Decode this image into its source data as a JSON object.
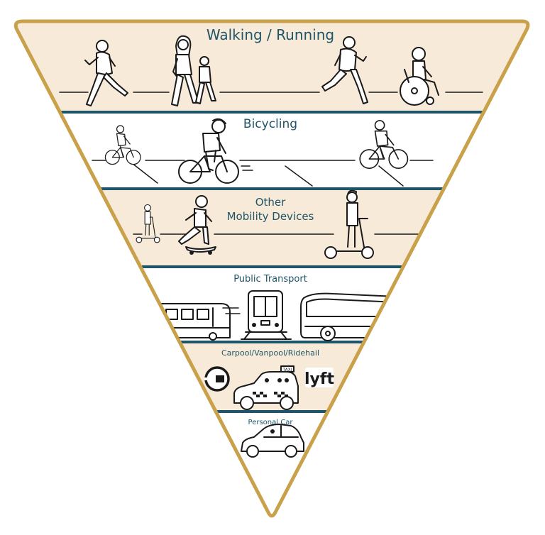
{
  "colors": {
    "frame": "#c9a14a",
    "band_tan": "#f7ead8",
    "band_white": "#ffffff",
    "divider": "#1f5568",
    "label": "#1f5568"
  },
  "tiers": [
    {
      "label": "Walking / Running"
    },
    {
      "label": "Bicycling"
    },
    {
      "label_line1": "Other",
      "label_line2": "Mobility Devices"
    },
    {
      "label": "Public Transport"
    },
    {
      "label": "Carpool/Vanpool/Ridehail"
    },
    {
      "label": "Personal Car"
    }
  ],
  "icons": {
    "walking": [
      "runner-icon",
      "walking-adult-icon",
      "walking-child-icon",
      "runner-icon",
      "wheelchair-user-icon"
    ],
    "bicycling": [
      "cyclist-icon",
      "cyclist-icon",
      "cyclist-icon"
    ],
    "mobility": [
      "scooter-rider-icon",
      "skateboarder-icon",
      "scooter-rider-icon"
    ],
    "transit": [
      "light-rail-train-icon",
      "tram-front-icon",
      "bus-icon"
    ],
    "ridehail": [
      "uber-logo-icon",
      "taxi-icon",
      "lyft-logo-icon"
    ],
    "car": [
      "sedan-car-icon"
    ]
  },
  "logos": {
    "taxi_sign": "TAXI",
    "lyft": "lyft"
  }
}
